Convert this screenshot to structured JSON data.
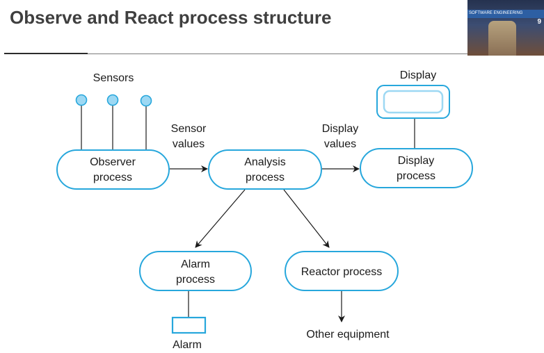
{
  "slide": {
    "title": "Observe and React process structure",
    "cover_text": "SOFTWARE ENGINEERING",
    "cover_edition": "9"
  },
  "diagram": {
    "sensors_label": "Sensors",
    "sensor_values_label": [
      "Sensor",
      "values"
    ],
    "display_values_label": [
      "Display",
      "values"
    ],
    "display_device_label": "Display",
    "alarm_device_label": "Alarm",
    "other_equipment_label": "Other equipment",
    "processes": {
      "observer": [
        "Observer",
        "process"
      ],
      "analysis": [
        "Analysis",
        "process"
      ],
      "display": [
        "Display",
        "process"
      ],
      "alarm": [
        "Alarm",
        "process"
      ],
      "reactor": [
        "Reactor process"
      ]
    },
    "colors": {
      "outline": "#27a7dc",
      "sensor_fill": "#9dd8f3",
      "connector": "#1a1a1a"
    }
  }
}
